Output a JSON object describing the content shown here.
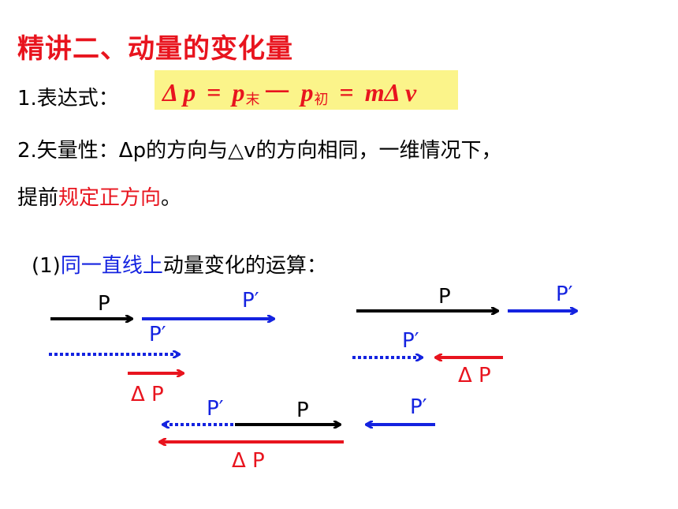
{
  "title": "精讲二、动量的变化量",
  "expression": {
    "label": "1.表达式：",
    "formula": {
      "delta_p": "Δ p",
      "eq1": "=",
      "p_end": "p",
      "p_end_sub": "末",
      "minus": "一",
      "p_init": "p",
      "p_init_sub": "初",
      "eq2": "=",
      "m_delta_v": "mΔ v"
    }
  },
  "vector": {
    "line1": "2.矢量性：Δp的方向与△v的方向相同，一维情况下，",
    "line2_prefix": "提前",
    "line2_highlight": "规定正方向",
    "line2_suffix": "。"
  },
  "section1": {
    "prefix": "(1)",
    "highlight": "同一直线上",
    "suffix": "动量变化的运算："
  },
  "diagram_labels": {
    "p": "P",
    "p_prime": "P′",
    "delta_p": "Δ P"
  },
  "colors": {
    "red": "#e8141e",
    "blue": "#1423e0",
    "black": "#000000",
    "highlight": "#fbf48a"
  }
}
